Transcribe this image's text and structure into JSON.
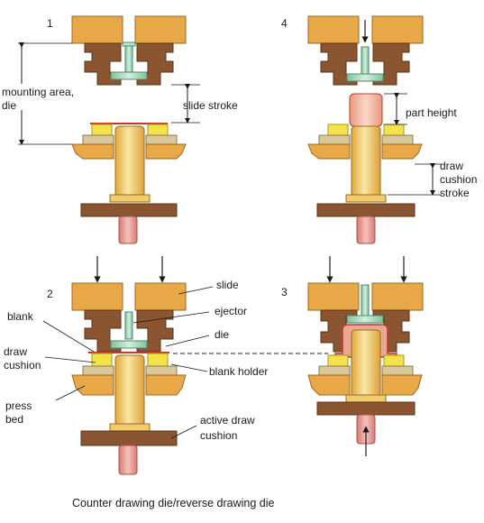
{
  "panels": [
    {
      "number": "1",
      "labels": {
        "mounting_area": "mounting area,",
        "mounting_area_2": "die",
        "slide_stroke": "slide stroke"
      }
    },
    {
      "number": "4",
      "labels": {
        "part_height": "part height",
        "draw_cushion_stroke_1": "draw",
        "draw_cushion_stroke_2": "cushion",
        "draw_cushion_stroke_3": "stroke"
      }
    },
    {
      "number": "2",
      "labels": {
        "slide": "slide",
        "ejector": "ejector",
        "blank": "blank",
        "die": "die",
        "draw_cushion_1": "draw",
        "draw_cushion_2": "cushion",
        "blank_holder": "blank holder",
        "press_bed_1": "press",
        "press_bed_2": "bed",
        "active_draw_cushion_1": "active draw",
        "active_draw_cushion_2": "cushion"
      }
    },
    {
      "number": "3",
      "labels": {}
    }
  ],
  "caption": "Counter drawing die/reverse drawing die",
  "colors": {
    "slide": "#E8A848",
    "die": "#8A5530",
    "die_dark": "#6E4020",
    "ejector": "#9AD4B4",
    "cushion_yellow": "#F3E24A",
    "blank_holder": "#D8C89A",
    "bed": "#E8A848",
    "punch": "#F1CC6E",
    "plate": "#8A5530",
    "rod": "#E6948C",
    "part": "#E9A892",
    "part_edge": "#C0392B"
  }
}
